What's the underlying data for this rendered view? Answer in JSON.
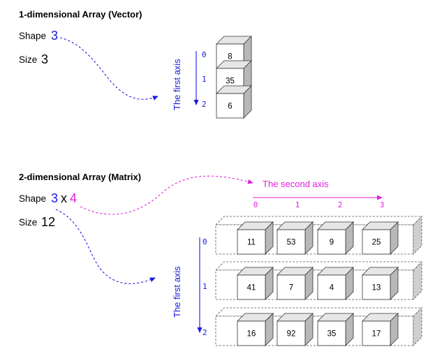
{
  "colors": {
    "blue": "#1a1adb",
    "magenta": "#e020d8",
    "cube_face": "#ffffff",
    "cube_side": "#b8b8b8",
    "cube_top": "#e6e6e6",
    "edge": "#333333",
    "slab_side": "#cfcfcf"
  },
  "vector": {
    "title": "1-dimensional Array (Vector)",
    "shape_label": "Shape",
    "shape_value": "3",
    "size_label": "Size",
    "size_value": "3",
    "axis_title": "The first axis",
    "indices": [
      "0",
      "1",
      "2"
    ],
    "values": [
      "8",
      "35",
      "6"
    ]
  },
  "matrix": {
    "title": "2-dimensional Array (Matrix)",
    "shape_label": "Shape",
    "shape_rows": "3",
    "shape_x": "x",
    "shape_cols": "4",
    "size_label": "Size",
    "size_value": "12",
    "first_axis_title": "The first axis",
    "second_axis_title": "The second axis",
    "row_indices": [
      "0",
      "1",
      "2"
    ],
    "col_indices": [
      "0",
      "1",
      "2",
      "3"
    ],
    "values": [
      [
        "11",
        "53",
        "9",
        "25"
      ],
      [
        "41",
        "7",
        "4",
        "13"
      ],
      [
        "16",
        "92",
        "35",
        "17"
      ]
    ]
  }
}
